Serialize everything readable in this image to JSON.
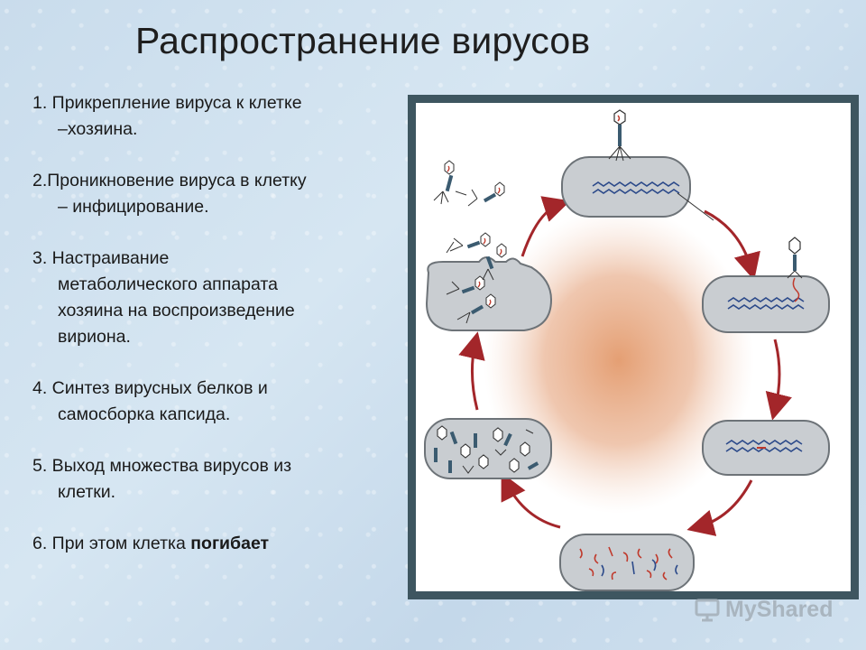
{
  "title": "Распространение вирусов",
  "steps": [
    {
      "num": "1.",
      "line1": " Прикрепление вируса к клетке",
      "line2": "–хозяина."
    },
    {
      "num": "2.",
      "line1": "Проникновение вируса в клетку",
      "line2": "– инфицирование."
    },
    {
      "num": "3.",
      "line1": " Настраивание",
      "line2": "метаболического аппарата",
      "line3": "хозяина на воспроизведение",
      "line4": "вириона."
    },
    {
      "num": "4.",
      "line1": " Синтез вирусных белков  и",
      "line2": "самосборка капсида."
    },
    {
      "num": "5.",
      "line1": " Выход  множества вирусов из",
      "line2": "клетки."
    },
    {
      "num": "6.",
      "line1": " При этом клетка ",
      "line1_bold": "погибает"
    }
  ],
  "diagram": {
    "cell_fill": "#c9cdd1",
    "cell_stroke": "#6d7378",
    "arrow_color": "#a3262a",
    "dna_color": "#2c4a8a",
    "viral_dna_color": "#c0392b",
    "center_blob_color": "#e0a27a"
  },
  "watermark": {
    "text": "MyShared"
  }
}
